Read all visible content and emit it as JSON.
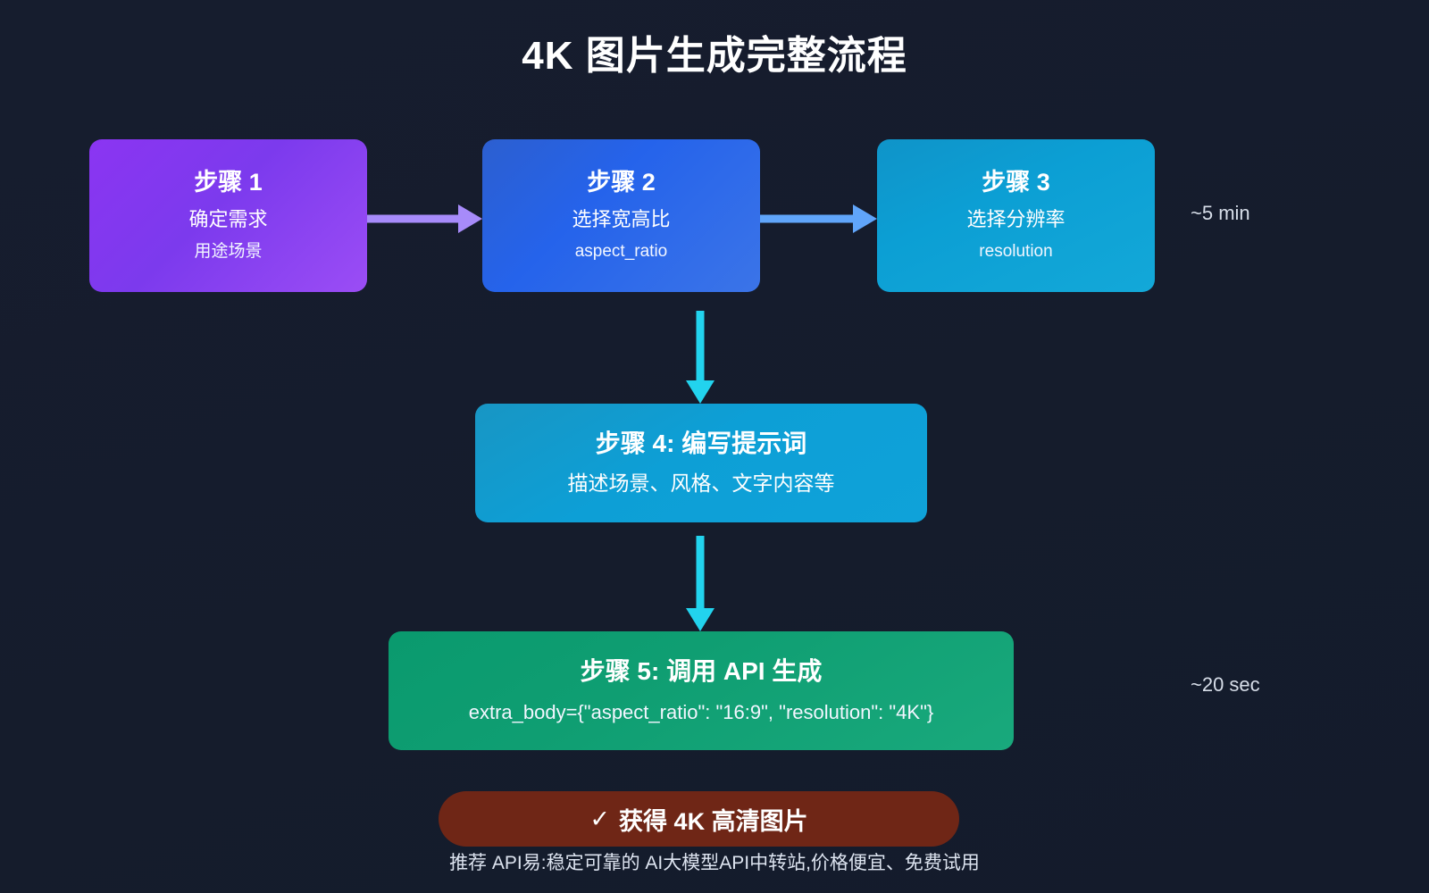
{
  "title": "4K 图片生成完整流程",
  "colors": {
    "background": "#161d2e",
    "step1": "#7c3aed",
    "step2": "#2563eb",
    "step3": "#0c9fd4",
    "step4": "#0d9fd6",
    "step5": "#0f9e72",
    "result": "#6f2616",
    "arrow_purple": "#a78bfa",
    "arrow_blue": "#60a5fa",
    "arrow_cyan": "#22d3ee"
  },
  "nodes": [
    {
      "id": "step1",
      "title": "步骤 1",
      "subtitle": "确定需求",
      "detail": "用途场景"
    },
    {
      "id": "step2",
      "title": "步骤 2",
      "subtitle": "选择宽高比",
      "detail": "aspect_ratio"
    },
    {
      "id": "step3",
      "title": "步骤 3",
      "subtitle": "选择分辨率",
      "detail": "resolution"
    },
    {
      "id": "step4",
      "title": "步骤 4: 编写提示词",
      "subtitle": "描述场景、风格、文字内容等"
    },
    {
      "id": "step5",
      "title": "步骤 5: 调用 API 生成",
      "code": "extra_body={\"aspect_ratio\": \"16:9\", \"resolution\": \"4K\"}"
    }
  ],
  "result": {
    "check_glyph": "✓",
    "label": "获得 4K 高清图片"
  },
  "footer": {
    "note": "推荐 API易:稳定可靠的 AI大模型API中转站,价格便宜、免费试用"
  },
  "time_labels": {
    "first": "~5 min",
    "second": "~20 sec"
  },
  "arrows": [
    {
      "id": "arrow-step1-step2",
      "direction": "right",
      "color": "#a78bfa"
    },
    {
      "id": "arrow-step2-step3",
      "direction": "right",
      "color": "#60a5fa"
    },
    {
      "id": "arrow-step2-step4",
      "direction": "down",
      "color": "#22d3ee"
    },
    {
      "id": "arrow-step4-step5",
      "direction": "down",
      "color": "#22d3ee"
    }
  ]
}
